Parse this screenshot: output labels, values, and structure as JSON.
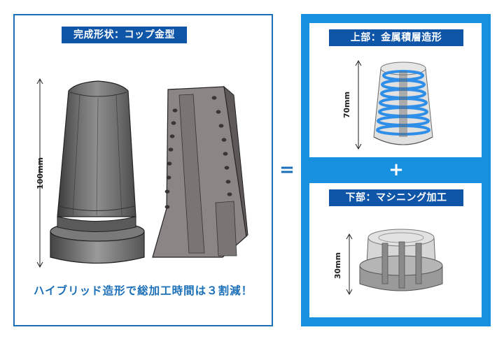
{
  "left_panel": {
    "title": "完成形状：コップ金型",
    "dimension": "100mm",
    "caption": "ハイブリッド造形で総加工時間は３割減！"
  },
  "operator_equals": "=",
  "operator_plus": "+",
  "upper_part": {
    "title": "上部：金属積層造形",
    "dimension": "70mm"
  },
  "lower_part": {
    "title": "下部：マシニング加工",
    "dimension": "30mm"
  },
  "colors": {
    "panel_border": "#1a6fb8",
    "label_bg": "#0f55a8",
    "frame_blue": "#1890e0",
    "caption_text": "#1a6fb8",
    "spiral_blue": "#2f8fe8"
  }
}
